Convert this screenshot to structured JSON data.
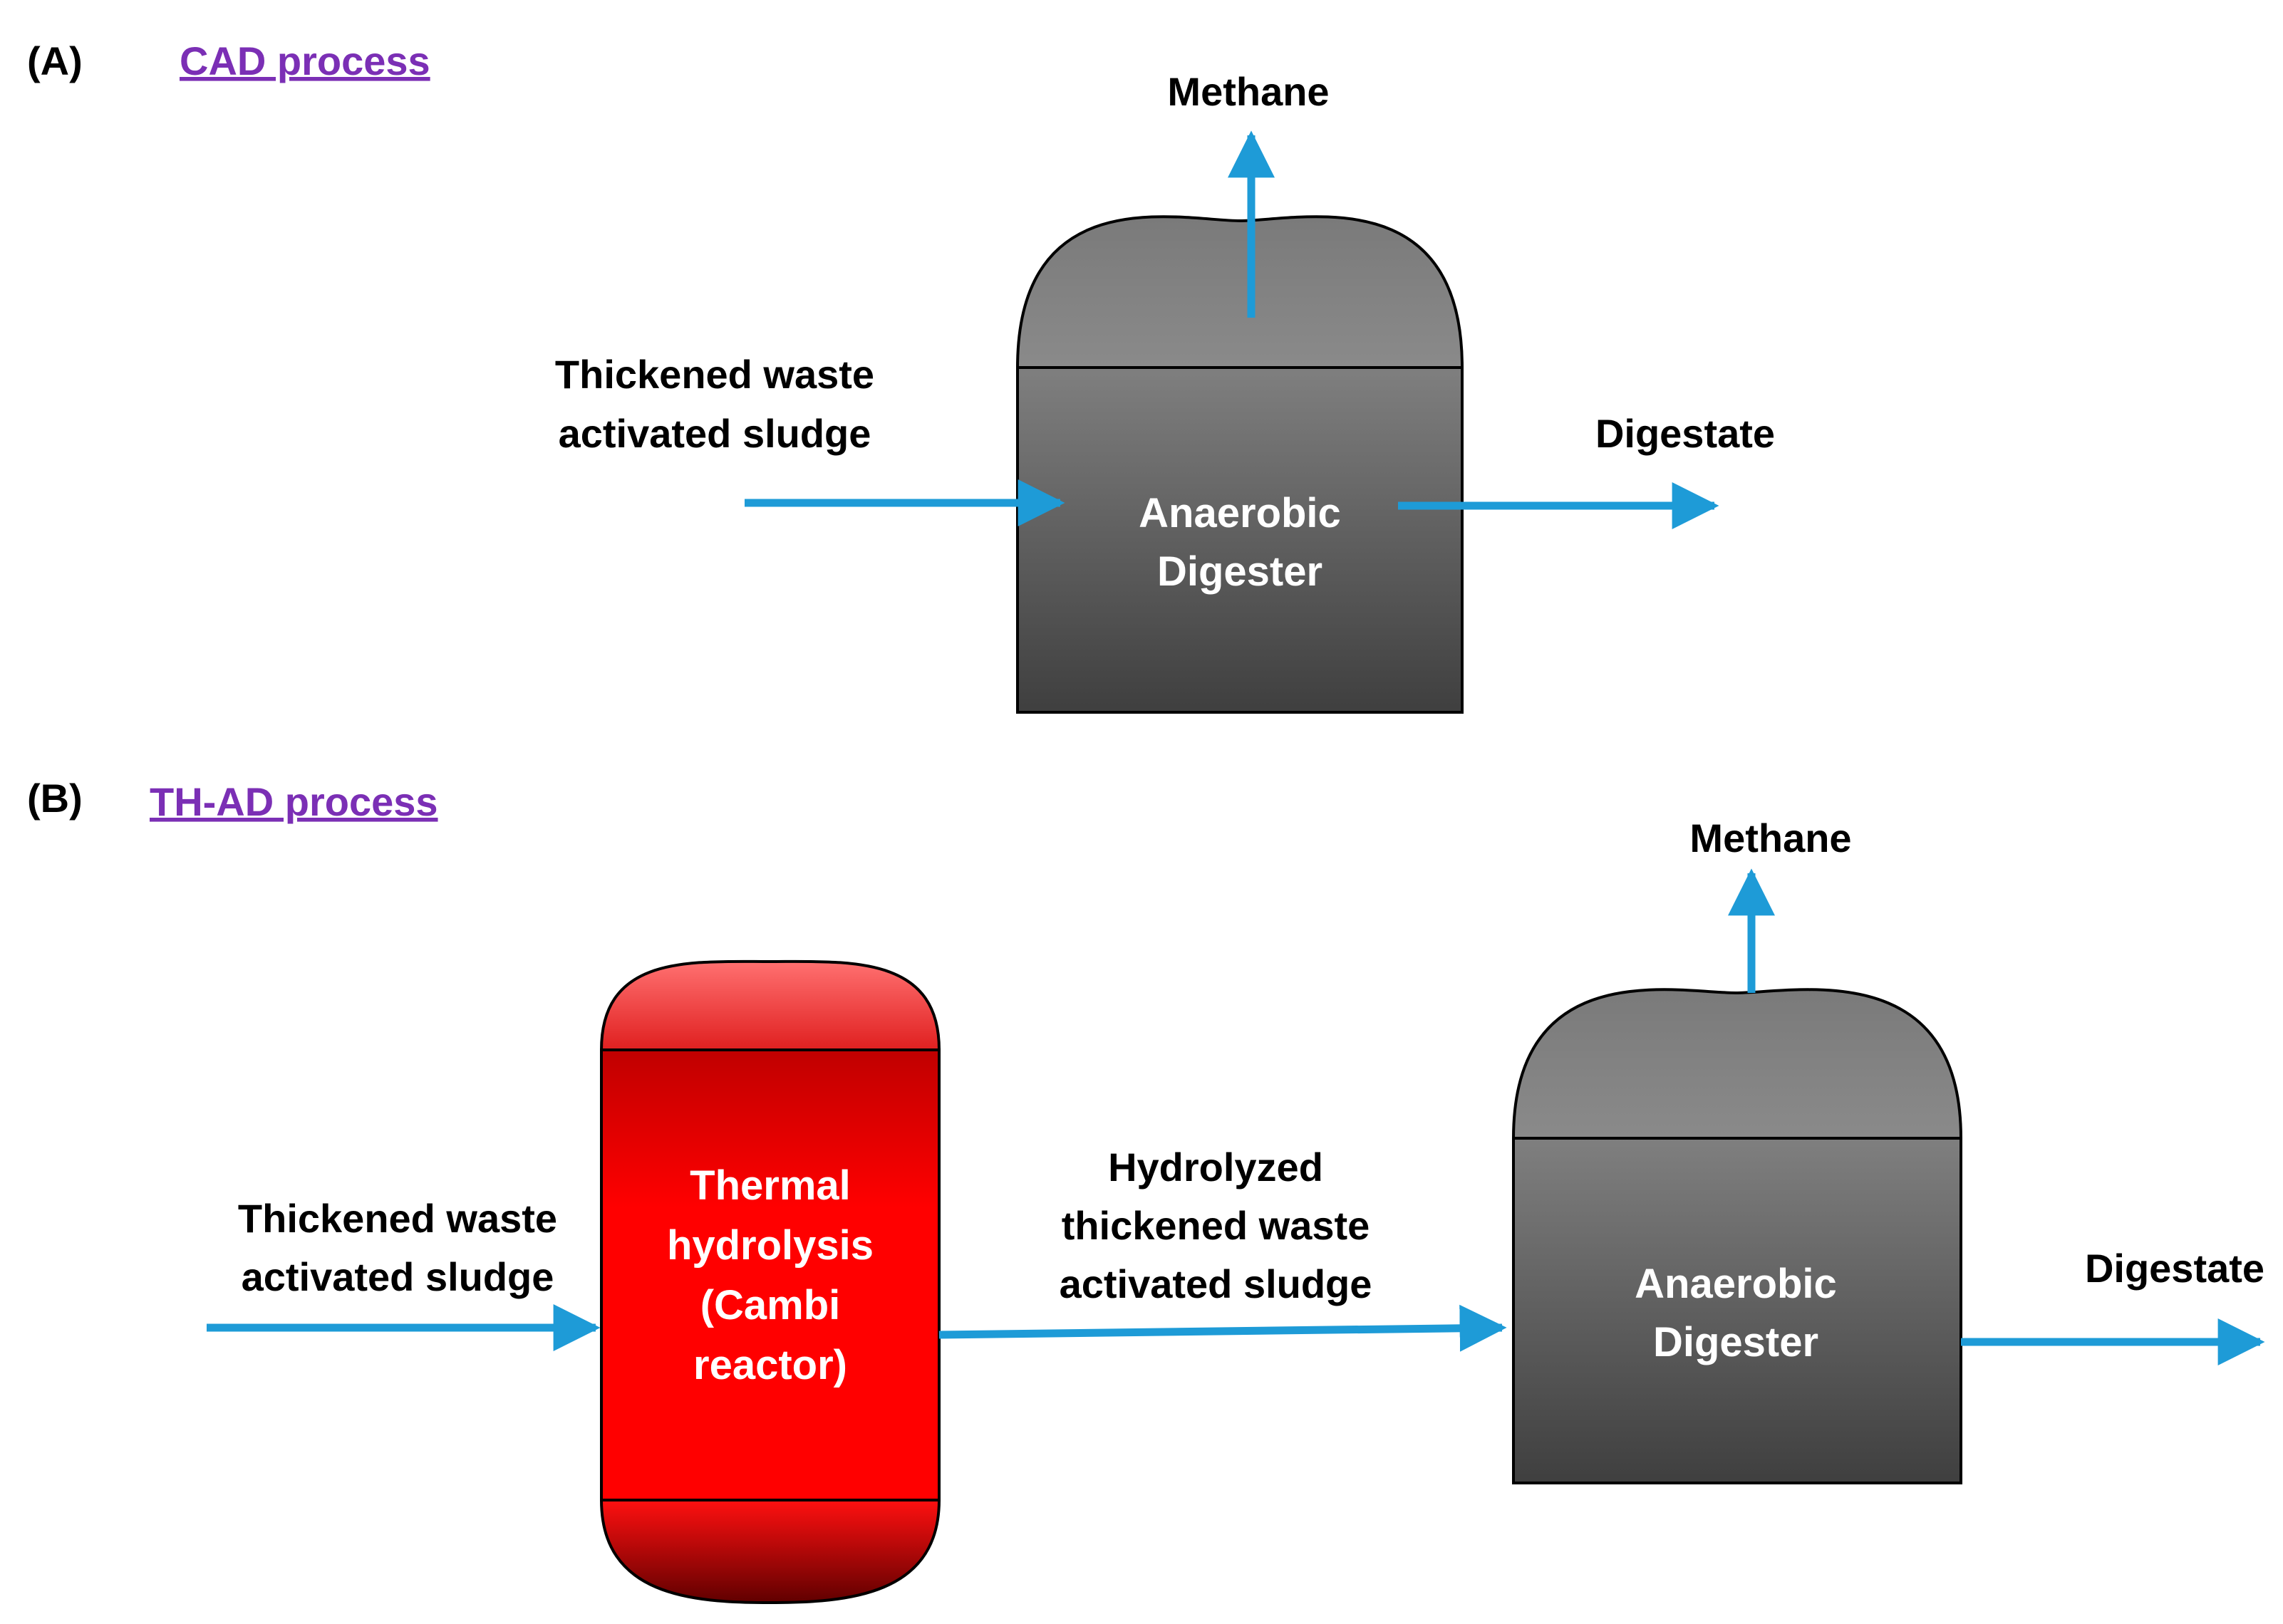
{
  "colors": {
    "arrow": "#1e9bd7",
    "panel_title": "#7b2fb5",
    "digester_dome": "#808080",
    "digester_body_top": "#7f7f7f",
    "digester_body_bottom": "#404040",
    "reactor_red": "#ff0000",
    "reactor_dark": "#b00000",
    "vessel_text": "#ffffff"
  },
  "panel_a": {
    "letter": "(A)",
    "title": "CAD process",
    "methane": "Methane",
    "input_line1": "Thickened waste",
    "input_line2": "activated sludge",
    "digester_line1": "Anaerobic",
    "digester_line2": "Digester",
    "output": "Digestate"
  },
  "panel_b": {
    "letter": "(B)",
    "title": "TH-AD process",
    "methane": "Methane",
    "input_line1": "Thickened waste",
    "input_line2": "activated sludge",
    "reactor_line1": "Thermal",
    "reactor_line2": "hydrolysis",
    "reactor_line3": "(Cambi",
    "reactor_line4": "reactor)",
    "mid_line1": "Hydrolyzed",
    "mid_line2": "thickened waste",
    "mid_line3": "activated sludge",
    "digester_line1": "Anaerobic",
    "digester_line2": "Digester",
    "output": "Digestate"
  }
}
